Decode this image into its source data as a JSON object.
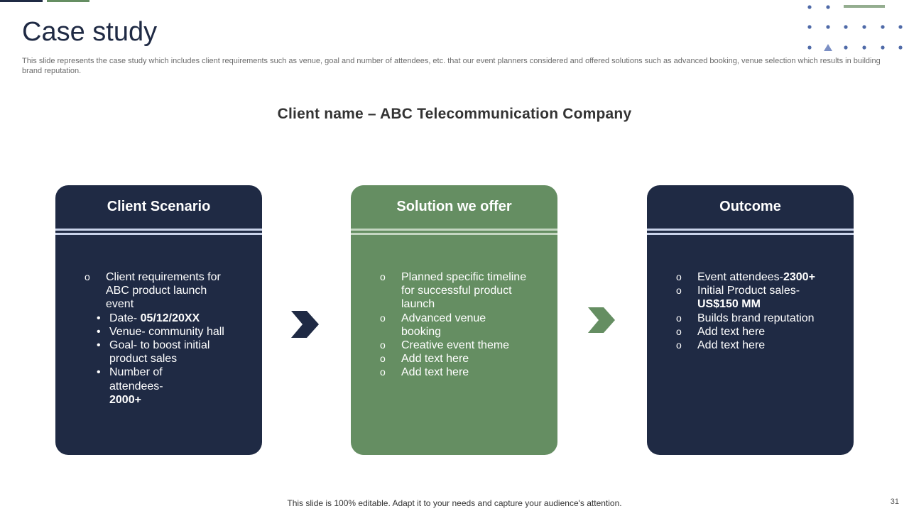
{
  "slide": {
    "title": "Case study",
    "subtitle": "This slide represents the case study which includes client requirements such as venue, goal and number of attendees, etc. that our event planners considered and offered solutions such as advanced booking, venue selection which results in building brand reputation.",
    "client_name": "Client name – ABC Telecommunication Company",
    "footer": "This slide is 100% editable. Adapt it to your needs and capture your audience's attention.",
    "page_number": "31"
  },
  "colors": {
    "navy": "#1f2a44",
    "green": "#658e62",
    "accent_lines": "#c9d3ea",
    "dots": "#4f6aa8"
  },
  "cards": {
    "scenario": {
      "title": "Client Scenario",
      "req_text": "Client requirements for ABC product launch event",
      "date_label": "Date- ",
      "date_value": "05/12/20XX",
      "venue": "Venue- community hall",
      "goal": "Goal- to boost initial product sales",
      "attendees_label": "Number of attendees- ",
      "attendees_value": "2000+"
    },
    "solution": {
      "title": "Solution we offer",
      "items": [
        "Planned specific timeline for successful product launch",
        "Advanced venue booking",
        "Creative event theme",
        "Add text here",
        "Add text here"
      ]
    },
    "outcome": {
      "title": "Outcome",
      "attendees_label": "Event attendees-",
      "attendees_value": "2300+",
      "sales_label": "Initial Product sales-",
      "sales_value": "US$150 MM",
      "items": [
        "Builds brand reputation",
        "Add text here",
        "Add text here"
      ]
    }
  },
  "icons": {
    "circle_bullet": "o",
    "dot_bullet": "•",
    "arrow": "chevron-right-icon"
  }
}
